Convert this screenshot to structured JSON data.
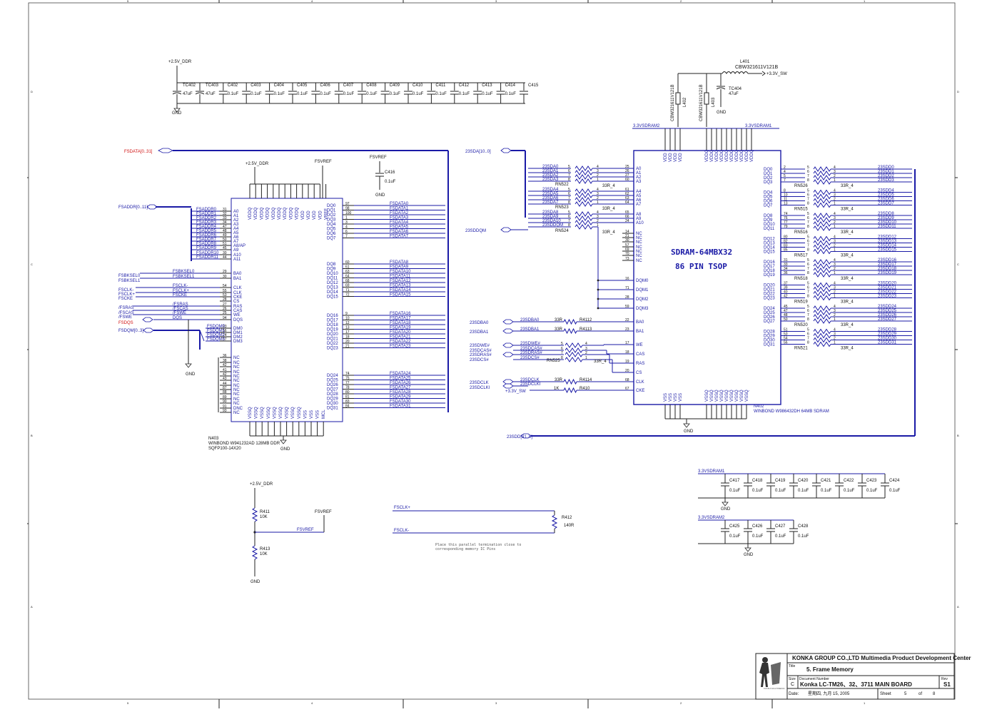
{
  "border": {
    "cols": [
      "5",
      "4",
      "3",
      "2",
      "1"
    ],
    "rows": [
      "D",
      "C",
      "B",
      "A"
    ]
  },
  "power": {
    "v25": "+2.5V_DDR",
    "v33sw": "+3.3V_SW",
    "v33sw2": "+3.3V_SW",
    "gnd": "GND",
    "vref": "FSVREF",
    "vsd1": "3.3VSDRAM1",
    "vsd2": "3.3VSDRAM2"
  },
  "caps_top": [
    {
      "ref": "TC402",
      "val": "47uF"
    },
    {
      "ref": "TC403",
      "val": "47uF"
    },
    {
      "ref": "C402",
      "val": "0.1uF"
    },
    {
      "ref": "C403",
      "val": "0.1uF"
    },
    {
      "ref": "C404",
      "val": "0.1uF"
    },
    {
      "ref": "C405",
      "val": "0.1uF"
    },
    {
      "ref": "C406",
      "val": "0.1uF"
    },
    {
      "ref": "C407",
      "val": "0.1uF"
    },
    {
      "ref": "C408",
      "val": "0.1uF"
    },
    {
      "ref": "C409",
      "val": "0.1uF"
    },
    {
      "ref": "C410",
      "val": "0.1uF"
    },
    {
      "ref": "C411",
      "val": "0.1uF"
    },
    {
      "ref": "C412",
      "val": "0.1uF"
    },
    {
      "ref": "C413",
      "val": "0.1uF"
    },
    {
      "ref": "C414",
      "val": "0.1uF"
    },
    {
      "ref": "C415",
      "val": ""
    }
  ],
  "inductors": {
    "l401": "L401",
    "l401v": "CBW321611V121B",
    "l402": "L402",
    "l402v": "CBW321611V121B",
    "l403": "L403",
    "l403v": "CBW321611V121B",
    "tc404": "TC404",
    "tc404v": "47uF",
    "c416": "C416",
    "c416v": "0.1uF"
  },
  "ddr": {
    "ref": "N403",
    "part": "WINBOND W941232AD 128MB DDR",
    "pkg": "SQFP100-14X20",
    "left_pins": [
      {
        "n": "31",
        "s": "A0",
        "net": "FSADDR0"
      },
      {
        "n": "32",
        "s": "A1",
        "net": "FSADDR1"
      },
      {
        "n": "33",
        "s": "A2",
        "net": "FSADDR2"
      },
      {
        "n": "34",
        "s": "A3",
        "net": "FSADDR3"
      },
      {
        "n": "47",
        "s": "A4",
        "net": "FSADDR4"
      },
      {
        "n": "48",
        "s": "A5",
        "net": "FSADDR5"
      },
      {
        "n": "49",
        "s": "A6",
        "net": "FSADDR6"
      },
      {
        "n": "50",
        "s": "A7",
        "net": "FSADDR7"
      },
      {
        "n": "51",
        "s": "A8/AP",
        "net": "FSADDR8"
      },
      {
        "n": "45",
        "s": "A9",
        "net": "FSADDR9"
      },
      {
        "n": "30",
        "s": "A10",
        "net": "FSADDR10"
      },
      {
        "n": "44",
        "s": "A11",
        "net": "FSADDR11"
      },
      {
        "n": "29",
        "s": "BA0",
        "net": "FSBKSEL0"
      },
      {
        "n": "30",
        "s": "BA1",
        "net": "FSBKSEL1"
      },
      {
        "n": "54",
        "s": "CLK",
        "net": "FSCLK-"
      },
      {
        "n": "55",
        "s": "CLK",
        "net": "FSCLK+"
      },
      {
        "n": "53",
        "s": "CKE",
        "net": "FSCKE"
      },
      {
        "n": "28",
        "s": "CS",
        "net": ""
      },
      {
        "n": "27",
        "s": "RAS",
        "net": "/FSRAS"
      },
      {
        "n": "26",
        "s": "CAS",
        "net": "/FSCAS"
      },
      {
        "n": "25",
        "s": "WE",
        "net": "/FSWE"
      },
      {
        "n": "94",
        "s": "DQS",
        "net": "DQS"
      },
      {
        "n": "23",
        "s": "DM0",
        "net": "FSDQM0"
      },
      {
        "n": "56",
        "s": "DM1",
        "net": "FSDQM1"
      },
      {
        "n": "24",
        "s": "DM2",
        "net": "FSDQM2"
      },
      {
        "n": "57",
        "s": "DM3",
        "net": "FSDQM3"
      }
    ],
    "nc_pins": [
      {
        "n": "36",
        "s": "NC"
      },
      {
        "n": "38",
        "s": "NC"
      },
      {
        "n": "42",
        "s": "NC"
      },
      {
        "n": "41",
        "s": "NC"
      },
      {
        "n": "42",
        "s": "NC"
      },
      {
        "n": "43",
        "s": "NC"
      },
      {
        "n": "44",
        "s": "NC"
      },
      {
        "n": "87",
        "s": "NC"
      },
      {
        "n": "88",
        "s": "NC"
      },
      {
        "n": "89",
        "s": "NC"
      },
      {
        "n": "90",
        "s": "NC"
      },
      {
        "n": "91",
        "s": "DNC"
      },
      {
        "n": "93",
        "s": "NC"
      }
    ],
    "dq_groups": [
      [
        {
          "n": "97",
          "s": "DQ0",
          "net": "FSDATA0"
        },
        {
          "n": "98",
          "s": "DQ1",
          "net": "FSDATA1"
        },
        {
          "n": "100",
          "s": "DQ2",
          "net": "FSDATA2"
        },
        {
          "n": "1",
          "s": "DQ3",
          "net": "FSDATA3"
        },
        {
          "n": "3",
          "s": "DQ4",
          "net": "FSDATA4"
        },
        {
          "n": "4",
          "s": "DQ5",
          "net": "FSDATA5"
        },
        {
          "n": "6",
          "s": "DQ6",
          "net": "FSDATA6"
        },
        {
          "n": "7",
          "s": "DQ7",
          "net": "FSDATA7"
        }
      ],
      [
        {
          "n": "60",
          "s": "DQ8",
          "net": "FSDATA8"
        },
        {
          "n": "61",
          "s": "DQ9",
          "net": "FSDATA9"
        },
        {
          "n": "63",
          "s": "DQ10",
          "net": "FSDATA10"
        },
        {
          "n": "64",
          "s": "DQ11",
          "net": "FSDATA11"
        },
        {
          "n": "68",
          "s": "DQ12",
          "net": "FSDATA12"
        },
        {
          "n": "69",
          "s": "DQ13",
          "net": "FSDATA13"
        },
        {
          "n": "71",
          "s": "DQ14",
          "net": "FSDATA14"
        },
        {
          "n": "72",
          "s": "DQ15",
          "net": "FSDATA15"
        }
      ],
      [
        {
          "n": "9",
          "s": "DQ16",
          "net": "FSDATA16"
        },
        {
          "n": "10",
          "s": "DQ17",
          "net": "FSDATA17"
        },
        {
          "n": "12",
          "s": "DQ18",
          "net": "FSDATA18"
        },
        {
          "n": "13",
          "s": "DQ19",
          "net": "FSDATA19"
        },
        {
          "n": "17",
          "s": "DQ20",
          "net": "FSDATA20"
        },
        {
          "n": "18",
          "s": "DQ21",
          "net": "FSDATA21"
        },
        {
          "n": "20",
          "s": "DQ22",
          "net": "FSDATA22"
        },
        {
          "n": "21",
          "s": "DQ23",
          "net": "FSDATA23"
        }
      ],
      [
        {
          "n": "74",
          "s": "DQ24",
          "net": "FSDATA24"
        },
        {
          "n": "75",
          "s": "DQ25",
          "net": "FSDATA25"
        },
        {
          "n": "77",
          "s": "DQ26",
          "net": "FSDATA26"
        },
        {
          "n": "78",
          "s": "DQ27",
          "net": "FSDATA27"
        },
        {
          "n": "80",
          "s": "DQ28",
          "net": "FSDATA28"
        },
        {
          "n": "81",
          "s": "DQ29",
          "net": "FSDATA29"
        },
        {
          "n": "83",
          "s": "DQ30",
          "net": "FSDATA30"
        },
        {
          "n": "84",
          "s": "DQ31",
          "net": "FSDATA31"
        }
      ]
    ],
    "top_pins": [
      "VDDQ",
      "VDDQ",
      "VDDQ",
      "VDDQ",
      "VDDQ",
      "VDDQ",
      "VDDQ",
      "VDDQ",
      "VDDQ",
      "VDD",
      "VDD",
      "VDD",
      "VDD",
      "VREF"
    ],
    "bot_pins": [
      "VSSQ",
      "VSSQ",
      "VSSQ",
      "VSSQ",
      "VSSQ",
      "VSSQ",
      "VSSQ",
      "VSSQ",
      "VSSQ",
      "VSS",
      "VSS",
      "VSS",
      "MCL"
    ]
  },
  "nets_left": {
    "fsdata": "FSDATA[0..31]",
    "fsaddr": "FSADDR[0..11]",
    "fsbksel0": "FSBKSEL0",
    "fsbksel1": "FSBKSEL1",
    "fsclkm": "FSCLK-",
    "fsclkp": "FSCLK+",
    "fscke": "FSCKE",
    "fsras": "/FSRAS",
    "fscas": "/FSCAS",
    "fswe": "/FSWE",
    "fsdqs": "FSDQS",
    "fsdqm": "FSDQM[0..3]"
  },
  "sdram": {
    "ref": "N402",
    "part": "WINBOND W986432DH 64MB SDRAM",
    "title1": "SDRAM-64MBX32",
    "title2": "86 PIN TSOP",
    "addr_bus": "23SDA[10..0]",
    "dqm_bus": "23SDDQM",
    "data_bus": "23SDD[31..0]",
    "addr": [
      {
        "net": "23SDA0",
        "n": "25",
        "s": "A0"
      },
      {
        "net": "23SDA1",
        "n": "26",
        "s": "A1"
      },
      {
        "net": "23SDA2",
        "n": "27",
        "s": "A2"
      },
      {
        "net": "23SDA3",
        "n": "60",
        "s": "A3"
      },
      {
        "net": "23SDA4",
        "n": "61",
        "s": "A4"
      },
      {
        "net": "23SDA5",
        "n": "62",
        "s": "A5"
      },
      {
        "net": "23SDA6",
        "n": "63",
        "s": "A6"
      },
      {
        "net": "23SDA7",
        "n": "64",
        "s": "A7"
      },
      {
        "net": "23SDA8",
        "n": "65",
        "s": "A8"
      },
      {
        "net": "23SDA9",
        "n": "66",
        "s": "A9"
      },
      {
        "net": "23SDA10",
        "n": "24",
        "s": "A10"
      },
      {
        "net": "23SDDQM",
        "n": "",
        "s": ""
      }
    ],
    "rn_left": [
      "RN522",
      "RN523",
      "RN524"
    ],
    "nc_pins": [
      {
        "n": "14",
        "s": "NC"
      },
      {
        "n": "21",
        "s": "NC"
      },
      {
        "n": "30",
        "s": "NC"
      },
      {
        "n": "57",
        "s": "NC"
      },
      {
        "n": "69",
        "s": "NC"
      },
      {
        "n": "70",
        "s": "NC"
      },
      {
        "n": "73",
        "s": "NC"
      }
    ],
    "dqm_pins": [
      {
        "n": "16",
        "s": "DQM0"
      },
      {
        "n": "71",
        "s": "DQM1"
      },
      {
        "n": "28",
        "s": "DQM2"
      },
      {
        "n": "59",
        "s": "DQM3"
      }
    ],
    "ctrl": [
      {
        "net": "23SDBA0",
        "r": "33R",
        "ref": "R4112",
        "n": "22",
        "s": "BA0"
      },
      {
        "net": "23SDBA1",
        "r": "33R",
        "ref": "R4113",
        "n": "23",
        "s": "BA1"
      }
    ],
    "cmd": [
      {
        "net": "23SDWE#",
        "n": "17",
        "s": "WE"
      },
      {
        "net": "23SDCAS#",
        "n": "18",
        "s": "CAS"
      },
      {
        "net": "23SDRAS#",
        "n": "19",
        "s": "RAS"
      },
      {
        "net": "23SDCS#",
        "n": "20",
        "s": "CS"
      }
    ],
    "rn525": "RN525",
    "clk": {
      "net": "23SDCLK",
      "r": "33R",
      "ref": "R4114",
      "n": "68",
      "s": "CLK"
    },
    "cke": {
      "net": "+3.3V_SW",
      "r": "1K",
      "ref": "R410",
      "n": "67",
      "s": "CKE"
    },
    "left_nets_labels": [
      "23SDBA0",
      "23SDBA1",
      "23SDWE#",
      "23SDCAS#",
      "23SDRAS#",
      "23SDCS#",
      "23SDCLK",
      "23SDCLKI"
    ],
    "r33_4": "33R_4",
    "dq": [
      {
        "n": "2",
        "s": "DQ0",
        "net": "23SDD0"
      },
      {
        "n": "4",
        "s": "DQ1",
        "net": "23SDD1"
      },
      {
        "n": "5",
        "s": "DQ2",
        "net": "23SDD2"
      },
      {
        "n": "7",
        "s": "DQ3",
        "net": "23SDD3"
      },
      {
        "n": "8",
        "s": "DQ4",
        "net": "23SDD4"
      },
      {
        "n": "10",
        "s": "DQ5",
        "net": "23SDD5"
      },
      {
        "n": "11",
        "s": "DQ6",
        "net": "23SDD6"
      },
      {
        "n": "13",
        "s": "DQ7",
        "net": "23SDD7"
      },
      {
        "n": "74",
        "s": "DQ8",
        "net": "23SDD8"
      },
      {
        "n": "76",
        "s": "DQ9",
        "net": "23SDD9"
      },
      {
        "n": "77",
        "s": "DQ10",
        "net": "23SDD10"
      },
      {
        "n": "79",
        "s": "DQ11",
        "net": "23SDD11"
      },
      {
        "n": "80",
        "s": "DQ12",
        "net": "23SDD12"
      },
      {
        "n": "82",
        "s": "DQ13",
        "net": "23SDD13"
      },
      {
        "n": "83",
        "s": "DQ14",
        "net": "23SDD14"
      },
      {
        "n": "85",
        "s": "DQ15",
        "net": "23SDD15"
      },
      {
        "n": "31",
        "s": "DQ16",
        "net": "23SDD16"
      },
      {
        "n": "33",
        "s": "DQ17",
        "net": "23SDD17"
      },
      {
        "n": "34",
        "s": "DQ18",
        "net": "23SDD18"
      },
      {
        "n": "36",
        "s": "DQ19",
        "net": "23SDD19"
      },
      {
        "n": "37",
        "s": "DQ20",
        "net": "23SDD20"
      },
      {
        "n": "39",
        "s": "DQ21",
        "net": "23SDD21"
      },
      {
        "n": "40",
        "s": "DQ22",
        "net": "23SDD22"
      },
      {
        "n": "42",
        "s": "DQ23",
        "net": "23SDD23"
      },
      {
        "n": "45",
        "s": "DQ24",
        "net": "23SDD24"
      },
      {
        "n": "47",
        "s": "DQ25",
        "net": "23SDD25"
      },
      {
        "n": "48",
        "s": "DQ26",
        "net": "23SDD26"
      },
      {
        "n": "50",
        "s": "DQ27",
        "net": "23SDD27"
      },
      {
        "n": "51",
        "s": "DQ28",
        "net": "23SDD28"
      },
      {
        "n": "53",
        "s": "DQ29",
        "net": "23SDD29"
      },
      {
        "n": "54",
        "s": "DQ30",
        "net": "23SDD30"
      },
      {
        "n": "56",
        "s": "DQ31",
        "net": "23SDD31"
      }
    ],
    "rn_right": [
      "RN526",
      "RN515",
      "RN516",
      "RN517",
      "RN518",
      "RN519",
      "RN520",
      "RN521"
    ],
    "top_pins": [
      "VDD",
      "VDD",
      "VDD",
      "VDD",
      "VDDQ",
      "VDDQ",
      "VDDQ",
      "VDDQ",
      "VDDQ",
      "VDDQ",
      "VDDQ",
      "VDDQ",
      "VDDQ",
      "VDDQ"
    ],
    "bot_pins": [
      "VSS",
      "VSS",
      "VSS",
      "VSS",
      "VSSQ",
      "VSSQ",
      "VSSQ",
      "VSSQ",
      "VSSQ",
      "VSSQ",
      "VSSQ",
      "VSSQ",
      "VSSQ"
    ]
  },
  "caps_bottom_1": [
    {
      "ref": "C417",
      "val": "0.1uF"
    },
    {
      "ref": "C418",
      "val": "0.1uF"
    },
    {
      "ref": "C419",
      "val": "0.1uF"
    },
    {
      "ref": "C420",
      "val": "0.1uF"
    },
    {
      "ref": "C421",
      "val": "0.1uF"
    },
    {
      "ref": "C422",
      "val": "0.1uF"
    },
    {
      "ref": "C423",
      "val": "0.1uF"
    },
    {
      "ref": "C424",
      "val": "0.1uF"
    }
  ],
  "caps_bottom_2": [
    {
      "ref": "C425",
      "val": "0.1uF"
    },
    {
      "ref": "C426",
      "val": "0.1uF"
    },
    {
      "ref": "C427",
      "val": "0.1uF"
    },
    {
      "ref": "C428",
      "val": "0.1uF"
    }
  ],
  "vref_div": {
    "r411": "R411",
    "r411v": "10K",
    "r413": "R413",
    "r413v": "10K"
  },
  "term": {
    "p": "FSCLK+",
    "m": "FSCLK-",
    "r": "R412",
    "rv": "140R",
    "note1": "Place this parallel termination close to",
    "note2": "corresponding memory IC Pins"
  },
  "titleblock": {
    "company": "KONKA GROUP CO.,LTD Multimedia Product Development Center",
    "title_lbl": "Title",
    "title": "5. Frame Memory",
    "size_lbl": "Size",
    "size": "C",
    "doc_lbl": "Document Number",
    "doc": "Konka LC-TM26、32、3711 MAIN BOARD",
    "rev_lbl": "Rev",
    "rev": "S1",
    "date_lbl": "Date:",
    "date": "星期四, 九月 15, 2005",
    "sheet_lbl": "Sheet",
    "sheet": "5",
    "of_lbl": "of",
    "of": "8",
    "logo_sub": "KONKA MULTIMEDIA"
  }
}
